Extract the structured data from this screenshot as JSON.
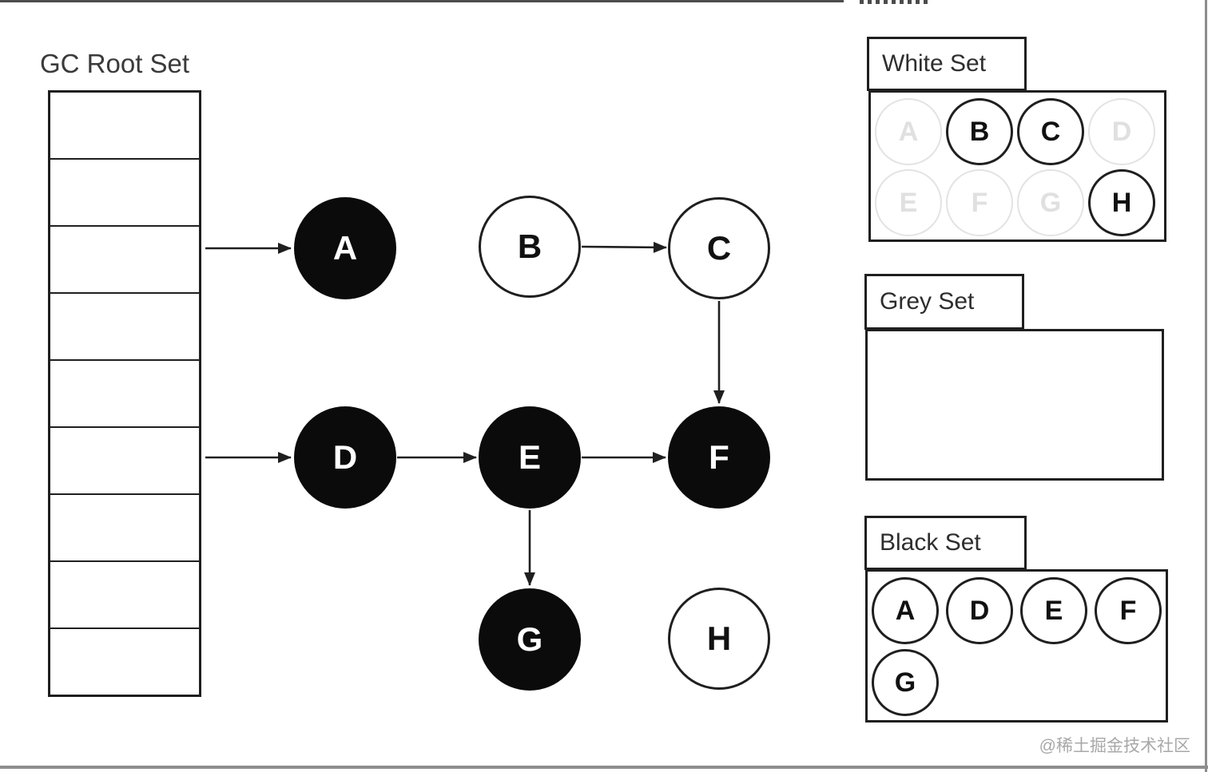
{
  "diagram": {
    "root_set": {
      "label": "GC Root Set",
      "row_count": 9
    },
    "nodes": [
      {
        "id": "A",
        "label": "A",
        "color": "black"
      },
      {
        "id": "B",
        "label": "B",
        "color": "white"
      },
      {
        "id": "C",
        "label": "C",
        "color": "white"
      },
      {
        "id": "D",
        "label": "D",
        "color": "black"
      },
      {
        "id": "E",
        "label": "E",
        "color": "black"
      },
      {
        "id": "F",
        "label": "F",
        "color": "black"
      },
      {
        "id": "G",
        "label": "G",
        "color": "black"
      },
      {
        "id": "H",
        "label": "H",
        "color": "white"
      }
    ],
    "edges": [
      {
        "from": "root",
        "to": "A"
      },
      {
        "from": "root",
        "to": "D"
      },
      {
        "from": "B",
        "to": "C"
      },
      {
        "from": "C",
        "to": "F"
      },
      {
        "from": "D",
        "to": "E"
      },
      {
        "from": "E",
        "to": "F"
      },
      {
        "from": "E",
        "to": "G"
      }
    ],
    "sets": [
      {
        "id": "white",
        "label": "White Set",
        "members": [
          {
            "label": "A",
            "faded": true
          },
          {
            "label": "B",
            "faded": false
          },
          {
            "label": "C",
            "faded": false
          },
          {
            "label": "D",
            "faded": true
          },
          {
            "label": "E",
            "faded": true
          },
          {
            "label": "F",
            "faded": true
          },
          {
            "label": "G",
            "faded": true
          },
          {
            "label": "H",
            "faded": false
          }
        ]
      },
      {
        "id": "grey",
        "label": "Grey Set",
        "members": []
      },
      {
        "id": "black",
        "label": "Black Set",
        "members": [
          {
            "label": "A",
            "faded": false
          },
          {
            "label": "D",
            "faded": false
          },
          {
            "label": "E",
            "faded": false
          },
          {
            "label": "F",
            "faded": false
          },
          {
            "label": "G",
            "faded": false
          }
        ]
      }
    ]
  },
  "watermark": "@稀土掘金技术社区",
  "colors": {
    "node_black": "#0b0b0b",
    "node_white": "#ffffff",
    "stroke": "#1f1f1f",
    "faded": "#e3e3e3",
    "frame_grey": "#8d8d8d",
    "watermark_grey": "#a8a8a8"
  }
}
